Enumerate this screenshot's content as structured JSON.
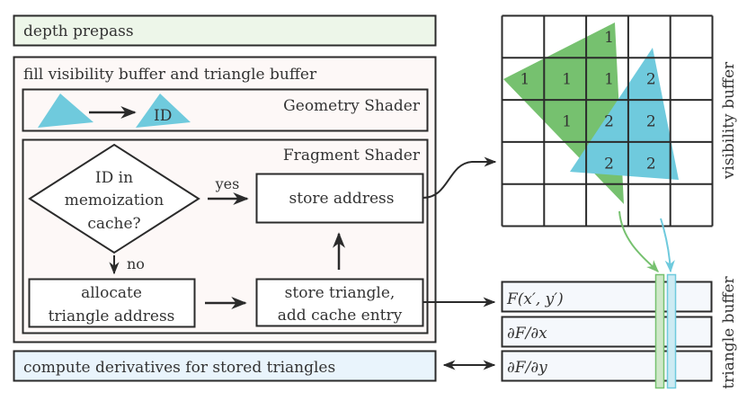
{
  "colors": {
    "stroke": "#2b2b2b",
    "depth_fill": "#edf6e9",
    "fill_pass_fill": "#fdf8f7",
    "compute_fill": "#e9f4fc",
    "tri_buffer_fill": "#f5f8fc",
    "green": "#76c16f",
    "blue": "#6fcadd",
    "green_strip": "#cfe8c9",
    "blue_strip": "#cdebf3"
  },
  "passes": {
    "depth_prepass": "depth prepass",
    "fill_pass": "fill visibility buffer and triangle buffer",
    "compute_pass": "compute derivatives for stored triangles"
  },
  "geometry_shader": {
    "title": "Geometry Shader",
    "id_label": "ID"
  },
  "fragment_shader": {
    "title": "Fragment Shader",
    "decision": [
      "ID in",
      "memoization",
      "cache?"
    ],
    "yes_label": "yes",
    "no_label": "no",
    "store_address": "store address",
    "allocate": [
      "allocate",
      "triangle address"
    ],
    "store_triangle": [
      "store triangle,",
      "add cache entry"
    ]
  },
  "visibility_buffer": {
    "label": "visibility buffer",
    "rows": 5,
    "cols": 5,
    "cells": [
      [
        "",
        "",
        "1",
        "",
        ""
      ],
      [
        "1",
        "1",
        "1",
        "2",
        ""
      ],
      [
        "",
        "1",
        "2",
        "2",
        ""
      ],
      [
        "",
        "",
        "2",
        "2",
        ""
      ],
      [
        "",
        "",
        "",
        "",
        ""
      ]
    ]
  },
  "triangle_buffer": {
    "label": "triangle buffer",
    "rows": [
      "F(x′, y′)",
      "∂F/∂x",
      "∂F/∂y"
    ]
  }
}
